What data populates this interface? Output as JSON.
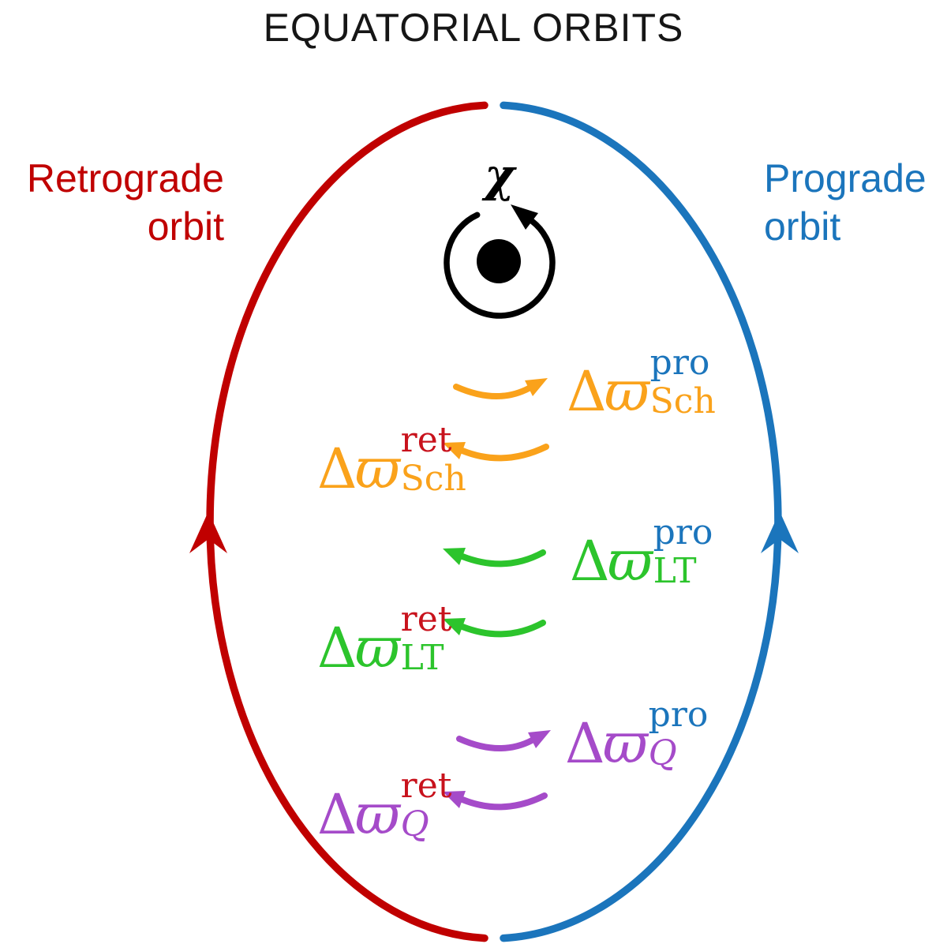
{
  "title": "EQUATORIAL ORBITS",
  "spin": {
    "symbol": "χ",
    "direction": "counterclockwise"
  },
  "orbit_labels": {
    "retrograde": {
      "line1": "Retrograde",
      "line2": "orbit",
      "arrow_direction": "clockwise (up on left side)"
    },
    "prograde": {
      "line1": "Prograde",
      "line2": "orbit",
      "arrow_direction": "counterclockwise (up on right side)"
    }
  },
  "shift_labels": [
    {
      "id": "sch-pro",
      "delta": "Δ",
      "varpi": "ϖ",
      "sup": "pro",
      "sub": "Sch",
      "arrow_points": "right"
    },
    {
      "id": "sch-ret",
      "delta": "Δ",
      "varpi": "ϖ",
      "sup": "ret",
      "sub": "Sch",
      "arrow_points": "left"
    },
    {
      "id": "lt-pro",
      "delta": "Δ",
      "varpi": "ϖ",
      "sup": "pro",
      "sub": "LT",
      "arrow_points": "left"
    },
    {
      "id": "lt-ret",
      "delta": "Δ",
      "varpi": "ϖ",
      "sup": "ret",
      "sub": "LT",
      "arrow_points": "left"
    },
    {
      "id": "q-pro",
      "delta": "Δ",
      "varpi": "ϖ",
      "sup": "pro",
      "sub": "Q",
      "arrow_points": "right"
    },
    {
      "id": "q-ret",
      "delta": "Δ",
      "varpi": "ϖ",
      "sup": "ret",
      "sub": "Q",
      "arrow_points": "left"
    }
  ],
  "colors": {
    "retrograde_red": "#C00000",
    "prograde_blue": "#1B75BC",
    "schwarzschild_orange": "#FAA21B",
    "lense_thirring_green": "#2CC42C",
    "quadrupole_purple": "#A54BC9",
    "ret_superscript_red": "#C8121C",
    "black": "#000000"
  }
}
